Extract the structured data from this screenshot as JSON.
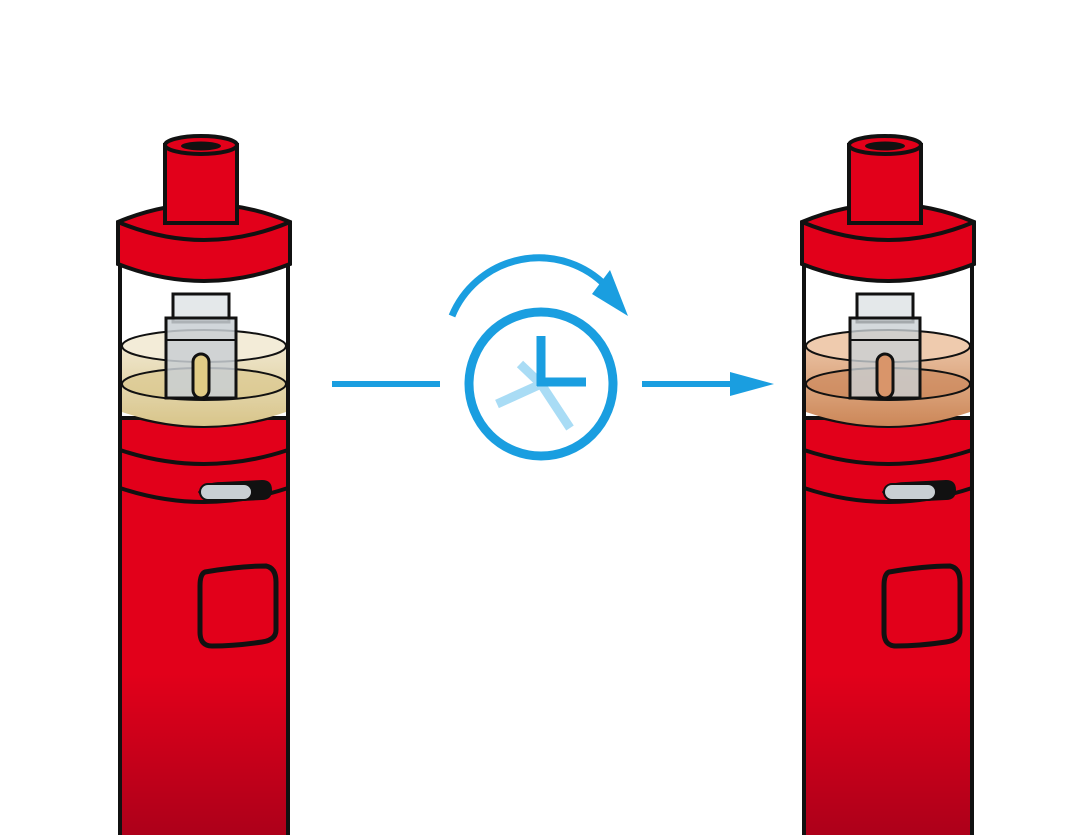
{
  "colors": {
    "device_red": "#e2001a",
    "device_red_dark": "#a8001a",
    "outline": "#111111",
    "metal": "#c9cfd3",
    "metal_light": "#e4e8ea",
    "liquid_fresh_top": "#f3ecd8",
    "liquid_fresh_bottom": "#dccb8f",
    "liquid_aged_top": "#efcbae",
    "liquid_aged_bottom": "#d08b5f",
    "accent_blue": "#1a9ee0",
    "accent_blue_light": "#a9dcf5",
    "background": "#ffffff"
  },
  "diagram": {
    "left_device": {
      "state": "fresh-liquid"
    },
    "right_device": {
      "state": "darkened-liquid"
    },
    "transition": {
      "icon": "clock-with-circular-arrow-icon",
      "direction": "left-to-right"
    }
  }
}
